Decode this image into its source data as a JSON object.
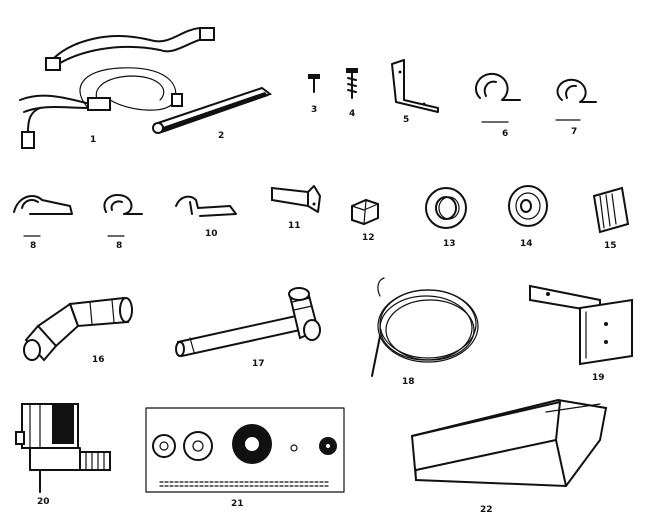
{
  "parts": [
    {
      "id": "wiring-harness",
      "label": "1",
      "icon": "wiring-harness-icon"
    },
    {
      "id": "strip",
      "label": "2",
      "icon": "foam-strip-icon"
    },
    {
      "id": "screw-short",
      "label": "3",
      "icon": "screw-icon"
    },
    {
      "id": "screw-long",
      "label": "4",
      "icon": "screw-icon"
    },
    {
      "id": "angle-bracket",
      "label": "5",
      "icon": "angle-bracket-icon"
    },
    {
      "id": "clamp-large",
      "label": "6",
      "icon": "clamp-icon"
    },
    {
      "id": "clamp-small",
      "label": "7",
      "icon": "clamp-icon"
    },
    {
      "id": "clip-a",
      "label": "8",
      "icon": "clip-icon"
    },
    {
      "id": "clip-b",
      "label": "8",
      "icon": "clip-icon"
    },
    {
      "id": "clip-c",
      "label": "10",
      "icon": "clip-icon"
    },
    {
      "id": "bracket-small",
      "label": "11",
      "icon": "bracket-icon"
    },
    {
      "id": "nut",
      "label": "12",
      "icon": "nut-icon"
    },
    {
      "id": "grommet",
      "label": "13",
      "icon": "grommet-icon"
    },
    {
      "id": "washer",
      "label": "14",
      "icon": "washer-icon"
    },
    {
      "id": "pad",
      "label": "15",
      "icon": "pad-icon"
    },
    {
      "id": "elbow-tube",
      "label": "16",
      "icon": "elbow-tube-icon"
    },
    {
      "id": "fill-tube",
      "label": "17",
      "icon": "fill-tube-icon"
    },
    {
      "id": "water-line",
      "label": "18",
      "icon": "coiled-tube-icon"
    },
    {
      "id": "mounting-plate",
      "label": "19",
      "icon": "mounting-plate-icon"
    },
    {
      "id": "water-valve",
      "label": "20",
      "icon": "water-valve-icon"
    },
    {
      "id": "fitting-kit",
      "label": "21",
      "icon": "fitting-kit-icon"
    },
    {
      "id": "ice-bin",
      "label": "22",
      "icon": "ice-bin-icon"
    }
  ]
}
